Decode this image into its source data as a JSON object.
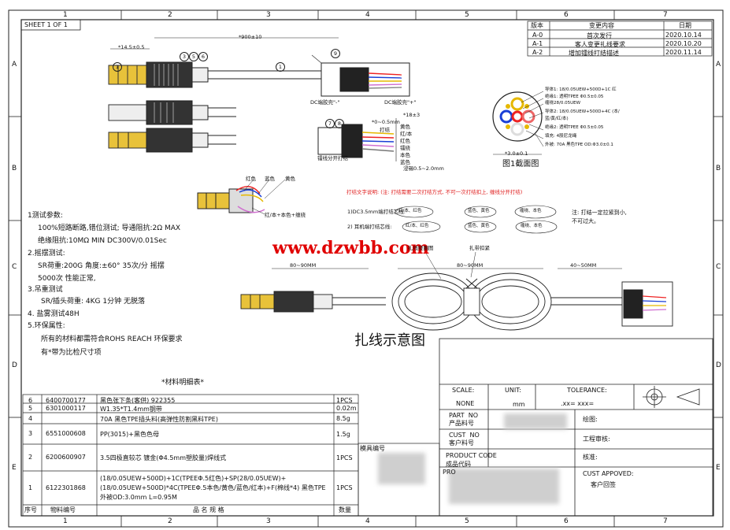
{
  "frame": {
    "sheet": "SHEET 1 OF 1",
    "columns": [
      "1",
      "2",
      "3",
      "4",
      "5",
      "6",
      "7"
    ],
    "rows": [
      "A",
      "B",
      "C",
      "D",
      "E"
    ]
  },
  "revision": {
    "headers": [
      "版本",
      "变更内容",
      "日期"
    ],
    "rows": [
      {
        "ver": "A-0",
        "change": "首次发行",
        "date": "2020.10.14"
      },
      {
        "ver": "A-1",
        "change": "客人变更扎线要求",
        "date": "2020.10.20"
      },
      {
        "ver": "A-2",
        "change": "增加镭线打结描述",
        "date": "2020.11.14"
      }
    ]
  },
  "dims": {
    "plug_len": "14.5±0.5",
    "cable_len": "900±10",
    "cut_len": "18±3",
    "strip_len": "0~0.5mm",
    "dia": "3.0±0.1",
    "len80a": "80~90MM",
    "len80b": "80~90MM",
    "len40": "40~50MM"
  },
  "balloons": [
    "1",
    "3",
    "5",
    "6",
    "9",
    "7",
    "8"
  ],
  "connector_labels": {
    "dc_neg": "DC端胶壳\"-\"",
    "dc_pos": "DC端胶壳\"+\"",
    "knot": "打结",
    "fork_knot": "镭线分开打结",
    "wires": [
      "黄色",
      "红/本",
      "红色",
      "镭绕",
      "本色",
      "蓝色"
    ],
    "tin": "浸锡0.5~2.0mm"
  },
  "section": {
    "caption": "图1截面图",
    "lines": [
      "导体1: 18/0.05UEW+500D+1C 红",
      "绝缘1: 透明TPEE Φ0.5±0.05",
      "缠绕28/0.05UEW",
      "导体2: 18/0.05UEW+500D+4C (本/",
      "蓝/黄/红/本)",
      "绝缘2: 透明TPEE Φ0.5±0.05",
      "填充: 4股尼龙绳",
      "外被: 70A 黑色TPE OD:Φ3.0±0.1"
    ]
  },
  "plug_wires": {
    "red": "红色",
    "blue": "蓝色",
    "yellow": "黄色",
    "combo": "红/本+本色+缠绕"
  },
  "knot_notes": {
    "title": "打结文字说明: (注: 打结需要二次打结方式, 不可一次打结扣上, 缠线分开打结)",
    "row1": "1)DC3.5mm端打结芯线:",
    "row2": "2) 耳机端打结芯线:",
    "row1_a": "红/本、红色",
    "row1_b": "蓝色、黄色",
    "row1_c": "缠绕、本色",
    "row2_a": "红/本、红色",
    "row2_b": "蓝色、黄色",
    "row2_c": "缠绕、本色",
    "note": "注: 打结一定拉紧到小,\n不可过大。"
  },
  "watermark": "www.dzwbb.com",
  "tie_labels": {
    "tie": "扎线绕圈图",
    "tie2": "扎带扣紧"
  },
  "tie_title": "扎线示意图",
  "requirements": [
    "1测试参数:",
    "100%短路断路,错位测试; 导通阻抗:2Ω MAX",
    "绝缘阻抗:10MΩ MIN   DC300V/0.01Sec",
    "2.摇摆测试:",
    "SR荷重:200G 角度:±60° 35次/分 摇摆",
    "5000次 性能正常,",
    "3.吊重测试",
    "SR/插头荷重: 4KG  1分钟  无脱落",
    "4. 盐雾测试48H",
    "5.环保属性:",
    "所有的材料都需符合ROHS REACH  环保要求",
    "有*带为比检尺寸项"
  ],
  "bom": {
    "title": "*材料明细表*",
    "headers": [
      "序号",
      "物料编号",
      "品 名 规 格",
      "数量"
    ],
    "rows": [
      {
        "no": "6",
        "code": "6400700177",
        "spec": "黑色张下条(客供) 922355",
        "unit": "1PCS"
      },
      {
        "no": "5",
        "code": "6301000117",
        "spec": "W1.35*T1.4mm钢带",
        "unit": "0.02m"
      },
      {
        "no": "4",
        "code": "",
        "spec": "70A 黑色TPE插头料(高弹性防割黑料TPE)",
        "unit": "8.5g"
      },
      {
        "no": "3",
        "code": "6551000608",
        "spec": "PP(3015)+黑色色母",
        "unit": "1.5g"
      },
      {
        "no": "2",
        "code": "6200600907",
        "spec": "3.5四极直较芯 镀金(Φ4.5mm塑胶量)焊线式",
        "unit": "1PCS"
      },
      {
        "no": "1",
        "code": "6122301868",
        "spec": "(18/0.05UEW+500D)+1C(TPEEΦ.5红色)+SP(28/0.05UEW)+(18/0.05UEW+500D)*4C(TPEEΦ.5本色/黄色/蓝色/红本)+F(棉线*4)  黑色TPE外被OD:3.0mm L=0.95M",
        "unit": "1PCS"
      }
    ]
  },
  "title_block": {
    "scale_label": "SCALE:",
    "scale_val": "NONE",
    "unit_label": "UNIT:",
    "unit_val": "mm",
    "tol_label": "TOLERANCE:",
    "tol_val": ".xx=    xxx=",
    "part_no": "PART  NO\n产品料号",
    "cust_no": "CUST  NO\n客户料号",
    "prod_code": "PRODUCT CODE\n成品代码",
    "draw": "绘图:",
    "eng": "工程审核:",
    "approve": "核准:",
    "cust_approve": "CUST APPOVED:",
    "cust_sign": "客户回签",
    "model": "模具编号",
    "prod_partial": "PRO"
  }
}
